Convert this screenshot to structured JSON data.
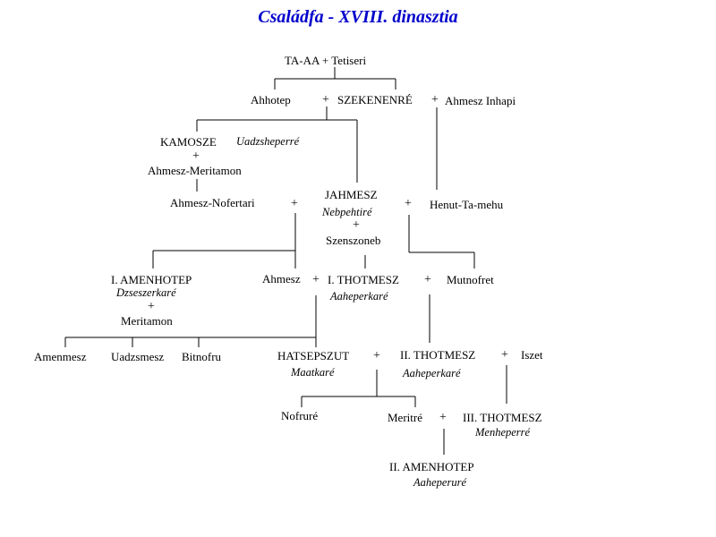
{
  "title": "Családfa - XVIII. dinasztia",
  "plus": "+",
  "people": {
    "taaa_tetiseri": "TA-AA + Tetiseri",
    "ahhotep": "Ahhotep",
    "szekenenre": "SZEKENENRÉ",
    "ahmesz_inhapi": "Ahmesz  Inhapi",
    "kamosze": "KAMOSZE",
    "kamosze_throne": "Uadzsheperré",
    "ahmesz_meritamon": "Ahmesz-Meritamon",
    "ahmesz_nofertari": "Ahmesz-Nofertari",
    "jahmesz": "JAHMESZ",
    "jahmesz_throne": "Nebpehtiré",
    "szenszoneb": "Szenszoneb",
    "henut_ta_mehu": "Henut-Ta-mehu",
    "amenhotep1": "I. AMENHOTEP",
    "amenhotep1_throne": "Dzseszerkaré",
    "meritamon": "Meritamon",
    "ahmesz": "Ahmesz",
    "thotmesz1": "I. THOTMESZ",
    "thotmesz1_throne": "Aaheperkaré",
    "mutnofret": "Mutnofret",
    "amenmesz": "Amenmesz",
    "uadzsmesz": "Uadzsmesz",
    "bitnofru": "Bitnofru",
    "hatsepszut": "HATSEPSZUT",
    "hatsepszut_throne": "Maatkaré",
    "thotmesz2": "II. THOTMESZ",
    "thotmesz2_throne": "Aaheperkaré",
    "iszet": "Iszet",
    "nofrure": "Nofruré",
    "meritre": "Meritré",
    "thotmesz3": "III. THOTMESZ",
    "thotmesz3_throne": "Menheperré",
    "amenhotep2": "II. AMENHOTEP",
    "amenhotep2_throne": "Aaheperuré"
  }
}
